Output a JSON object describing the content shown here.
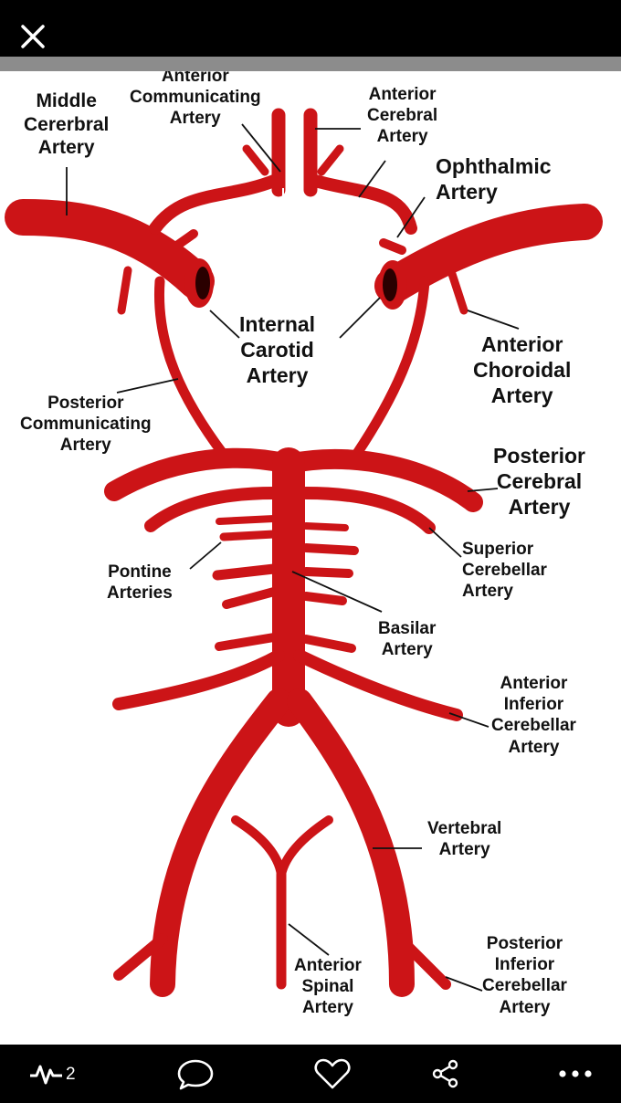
{
  "toolbar": {
    "close_icon": "close-icon"
  },
  "diagram": {
    "labels": {
      "middle_cerebral": "Middle\nCererbral\nArtery",
      "anterior_communicating": "Anterior\nCommunicating\nArtery",
      "anterior_cerebral": "Anterior\nCerebral\nArtery",
      "ophthalmic": "Ophthalmic\nArtery",
      "internal_carotid": "Internal\nCarotid\nArtery",
      "anterior_choroidal": "Anterior\nChoroidal\nArtery",
      "posterior_communicating": "Posterior\nCommunicating\nArtery",
      "posterior_cerebral": "Posterior\nCerebral\nArtery",
      "superior_cerebellar": "Superior\nCerebellar\nArtery",
      "pontine": "Pontine\nArteries",
      "basilar": "Basilar\nArtery",
      "anterior_inferior_cerebellar": "Anterior\nInferior\nCerebellar\nArtery",
      "vertebral": "Vertebral\nArtery",
      "anterior_spinal": "Anterior\nSpinal\nArtery",
      "posterior_inferior_cerebellar": "Posterior\nInferior\nCerebellar\nArtery"
    },
    "artery_color": "#cc1417"
  },
  "bottom_bar": {
    "activity_icon": "activity-icon",
    "activity_count": "2",
    "comment_icon": "comment-icon",
    "like_icon": "heart-icon",
    "share_icon": "share-icon",
    "more_icon": "more-icon"
  }
}
